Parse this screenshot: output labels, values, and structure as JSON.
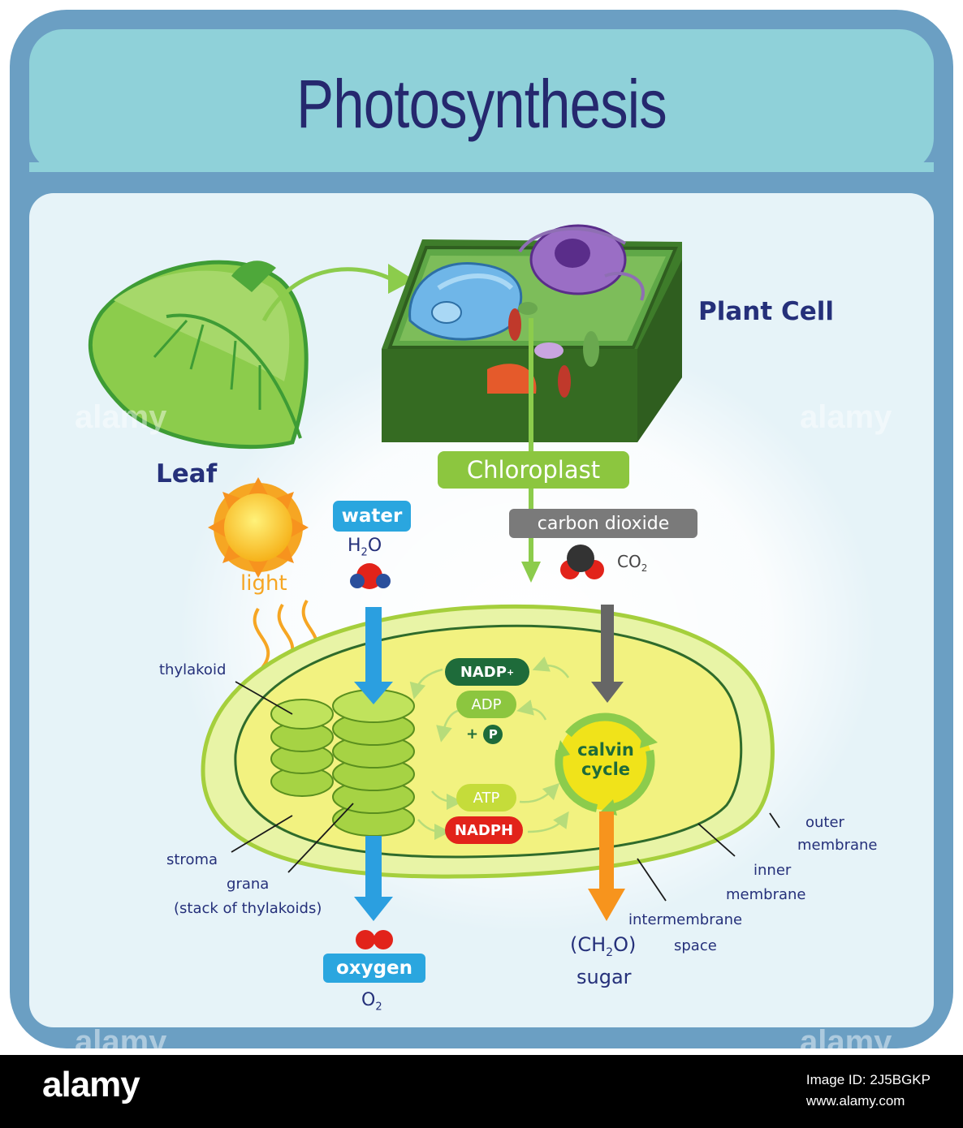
{
  "title": "Photosynthesis",
  "labels": {
    "leaf": "Leaf",
    "plant_cell": "Plant Cell",
    "chloroplast": "Chloroplast",
    "water": "water",
    "h2o": "H",
    "h2o_sub": "2",
    "h2o_end": "O",
    "carbon_dioxide": "carbon dioxide",
    "co2": "CO",
    "co2_sub": "2",
    "light": "light",
    "thylakoid": "thylakoid",
    "nadp_plus": "NADP",
    "nadp_sup": "+",
    "adp": "ADP",
    "plus_p": "+",
    "p": "P",
    "calvin_cycle_line1": "calvin",
    "calvin_cycle_line2": "cycle",
    "atp": "ATP",
    "nadph": "NADPH",
    "outer_membrane_line1": "outer",
    "outer_membrane_line2": "membrane",
    "inner_membrane_line1": "inner",
    "inner_membrane_line2": "membrane",
    "intermembrane_space_line1": "intermembrane",
    "intermembrane_space_line2": "space",
    "stroma": "stroma",
    "grana": "grana",
    "grana_desc": "(stack of thylakoids)",
    "oxygen": "oxygen",
    "o2": "O",
    "o2_sub": "2",
    "sugar_formula_a": "(CH",
    "sugar_formula_sub": "2",
    "sugar_formula_b": "O)",
    "sugar": "sugar"
  },
  "watermark": {
    "brand": "alamy",
    "image_id": "Image ID: 2J5BGKP",
    "site": "www.alamy.com"
  },
  "colors": {
    "frame": "#6b9fc3",
    "title_band": "#8fd1d9",
    "body_bg": "#e6f3f8",
    "title_text": "#25286e",
    "label_text": "#25307a",
    "water_pill": "#2aa6df",
    "co2_pill": "#7a7a7a",
    "chloroplast_pill": "#8cc63f",
    "nadp_pill": "#1e6b3a",
    "adp_pill": "#8cc63f",
    "atp_pill": "#c5dc3a",
    "nadph_pill": "#e2231a",
    "light_text": "#f6a623",
    "sugar_arrow": "#f7941d",
    "oxygen_arrow": "#2b9fe0"
  }
}
